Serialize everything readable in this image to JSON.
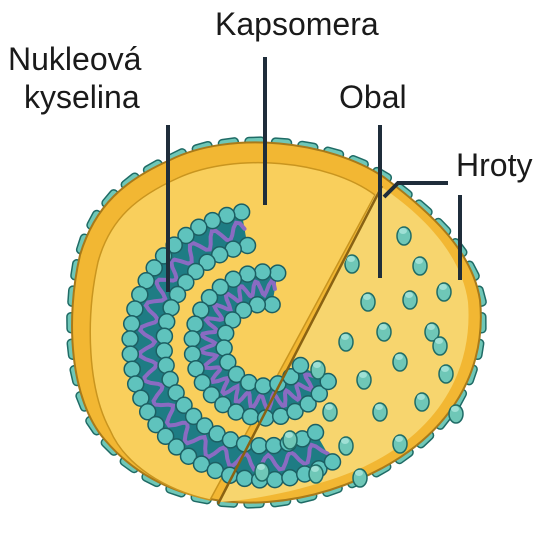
{
  "labels": {
    "nucleic_acid_line1": "Nukleová",
    "nucleic_acid_line2": "kyselina",
    "capsomere": "Kapsomera",
    "envelope": "Obal",
    "spikes": "Hroty"
  },
  "colors": {
    "envelope_outer": "#f2b733",
    "envelope_inner": "#f9cf5c",
    "envelope_stroke": "#a87a1a",
    "cut_face": "#f7d56e",
    "capsid_fill": "#1e7c84",
    "capsomere_fill": "#5fc3bd",
    "capsomere_stroke": "#1c5f63",
    "nucleic_acid": "#8a6bc2",
    "spike_fill": "#6fc7b7",
    "spike_stroke": "#1f6b66",
    "leader": "#1f2d3a"
  }
}
